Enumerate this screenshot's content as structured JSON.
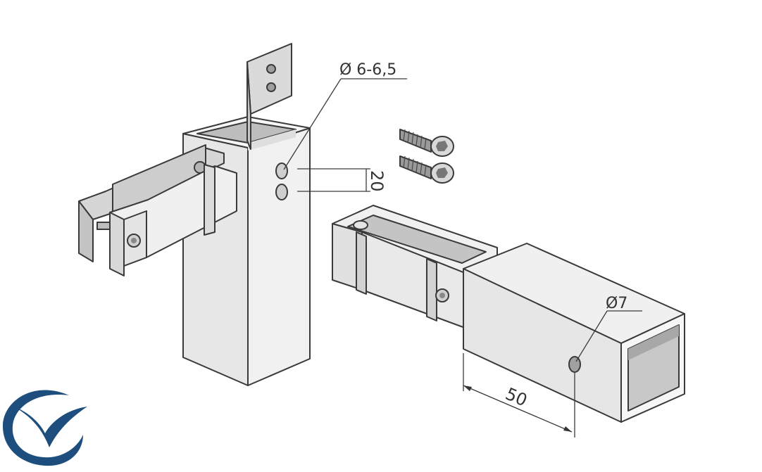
{
  "labels": {
    "hole_diameter_post": "Ø 6-6,5",
    "hole_spacing": "20",
    "hole_diameter_tube": "Ø7",
    "insert_length": "50"
  },
  "colors": {
    "face_light": "#ededed",
    "face_mid": "#dcdcdc",
    "face_dark": "#bdbdbd",
    "outline": "#3a3a3a",
    "logo_blue": "#1e4e7e"
  },
  "icons": {
    "logo": "seagull-circle-logo",
    "screw": "hex-socket-screw-icon"
  }
}
